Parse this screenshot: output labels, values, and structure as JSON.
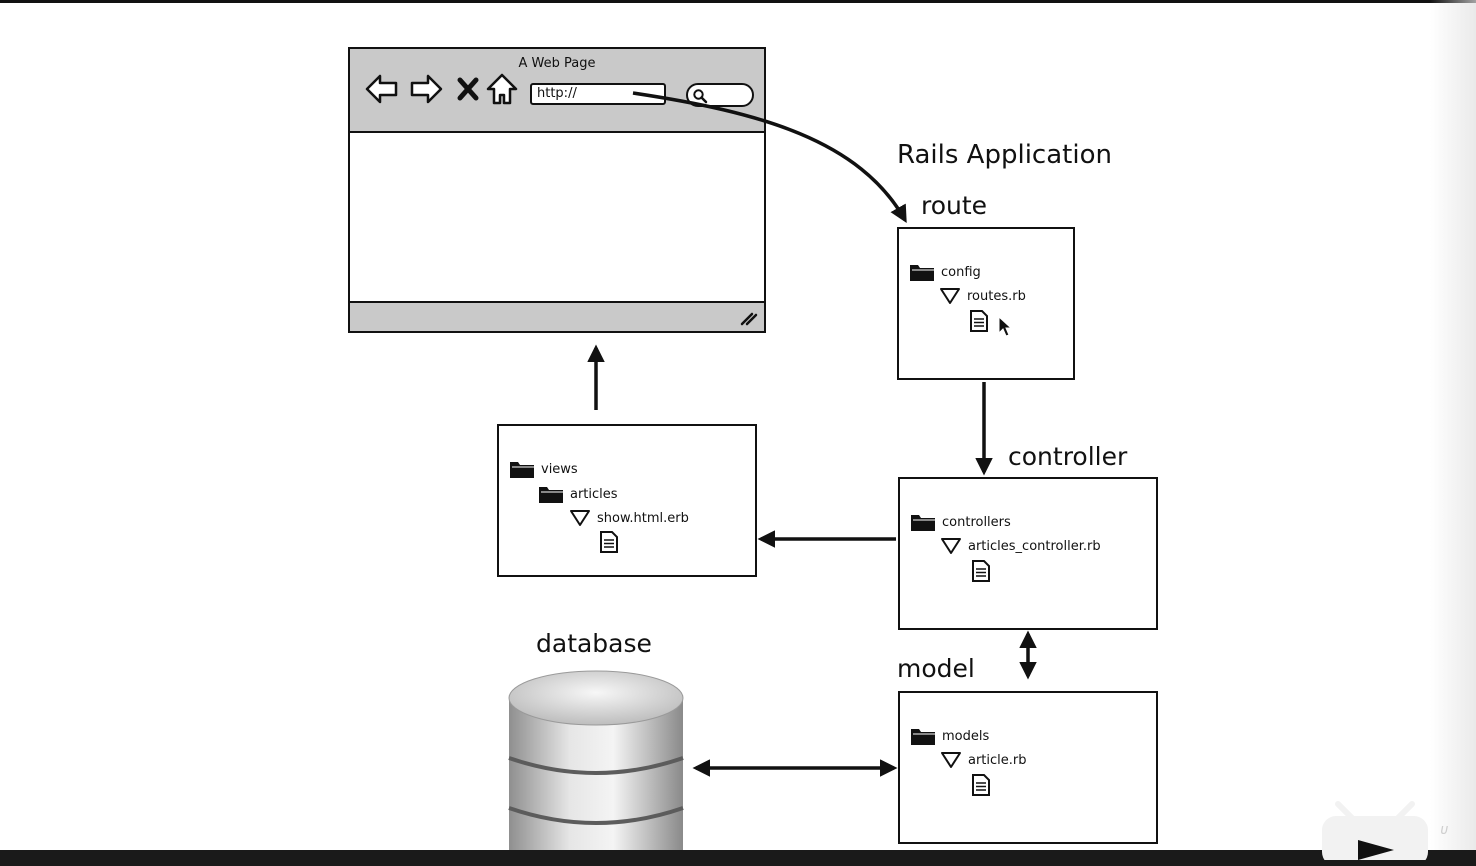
{
  "browser": {
    "title": "A Web Page",
    "url_text": "http://"
  },
  "labels": {
    "app_title": "Rails Application",
    "route": "route",
    "controller": "controller",
    "model": "model",
    "database": "database"
  },
  "route_box": {
    "folder": "config",
    "file": "routes.rb"
  },
  "controller_box": {
    "folder": "controllers",
    "file": "articles_controller.rb"
  },
  "model_box": {
    "folder": "models",
    "file": "article.rb"
  },
  "views_box": {
    "folder": "views",
    "subfolder": "articles",
    "file": "show.html.erb"
  },
  "icons": {
    "back": "back-arrow-icon",
    "forward": "forward-arrow-icon",
    "stop": "stop-x-icon",
    "home": "home-icon",
    "search": "search-icon",
    "folder": "folder-icon",
    "file": "document-icon",
    "expand": "triangle-down-icon",
    "database": "database-cylinder-icon"
  }
}
